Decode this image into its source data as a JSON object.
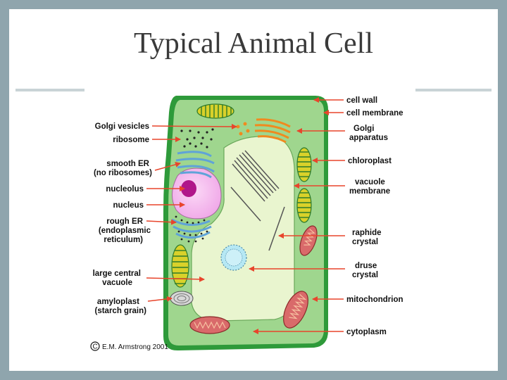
{
  "slide": {
    "title": "Typical Animal Cell"
  },
  "labels_left": {
    "golgi_vesicles": "Golgi vesicles",
    "ribosome": "ribosome",
    "smooth_er_1": "smooth ER",
    "smooth_er_2": "(no ribosomes)",
    "nucleolus": "nucleolus",
    "nucleus": "nucleus",
    "rough_er_1": "rough ER",
    "rough_er_2": "(endoplasmic",
    "rough_er_3": "reticulum)",
    "vacuole_1": "large central",
    "vacuole_2": "vacuole",
    "amyloplast_1": "amyloplast",
    "amyloplast_2": "(starch grain)"
  },
  "labels_right": {
    "cell_wall": "cell wall",
    "cell_membrane": "cell membrane",
    "golgi_1": "Golgi",
    "golgi_2": "apparatus",
    "chloroplast": "chloroplast",
    "vacuole_membrane_1": "vacuole",
    "vacuole_membrane_2": "membrane",
    "raphide_1": "raphide",
    "raphide_2": "crystal",
    "druse_1": "druse",
    "druse_2": "crystal",
    "mitochondrion": "mitochondrion",
    "cytoplasm": "cytoplasm"
  },
  "credit": {
    "symbol": "C",
    "text": "E.M. Armstrong 2001"
  },
  "colors": {
    "background": "#8fa5ad",
    "cell_wall": "#2e9a3a",
    "cytoplasm": "#9fd68e",
    "vacuole": "#e9f5cf",
    "arrow": "#e8452c",
    "nucleus": "#f6b8ee",
    "nucleolus": "#b0168a",
    "chloroplast": "#d9d12a",
    "mitochondrion": "#d96a6a",
    "golgi": "#f08a1f",
    "er": "#5fa3d8"
  }
}
